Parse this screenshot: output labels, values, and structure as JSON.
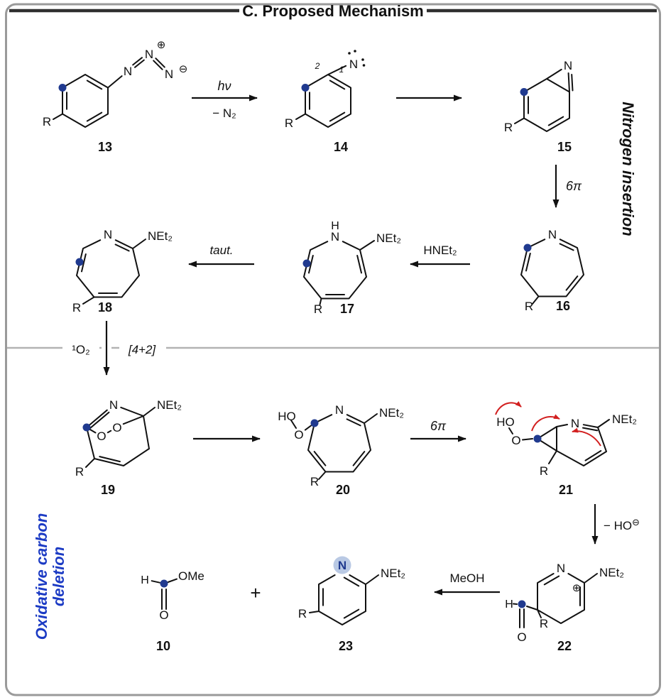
{
  "title": "C. Proposed Mechanism",
  "side_labels": {
    "right": "Nitrogen insertion",
    "left_line1": "Oxidative carbon",
    "left_line2": "deletion"
  },
  "reagents": {
    "photolysis_top": "hν",
    "photolysis_bottom": "− N₂",
    "six_pi": "6π",
    "amine": "HNEt₂",
    "tautomerization": "taut.",
    "singlet_oxygen": "¹O₂",
    "cycloaddition": "[4+2]",
    "hydroxide_loss": "− HO",
    "methanol": "MeOH",
    "plus": "+"
  },
  "atoms": {
    "N": "N",
    "H": "H",
    "R": "R",
    "O": "O",
    "HO": "HO",
    "OMe": "OMe",
    "NEt2": "NEt₂"
  },
  "charges": {
    "plus": "⊕",
    "minus": "⊖"
  },
  "ring_positions": {
    "one": "1",
    "two": "2"
  },
  "compound_numbers": {
    "c10": "10",
    "c13": "13",
    "c14": "14",
    "c15": "15",
    "c16": "16",
    "c17": "17",
    "c18": "18",
    "c19": "19",
    "c20": "20",
    "c21": "21",
    "c22": "22",
    "c23": "23"
  },
  "colors": {
    "tracker_dot": "#203a8f",
    "n_highlight": "#b9c9e4",
    "red_arrow": "#d21f1f",
    "blue_label": "#1c3bc4",
    "border": "#9a9a9a"
  }
}
